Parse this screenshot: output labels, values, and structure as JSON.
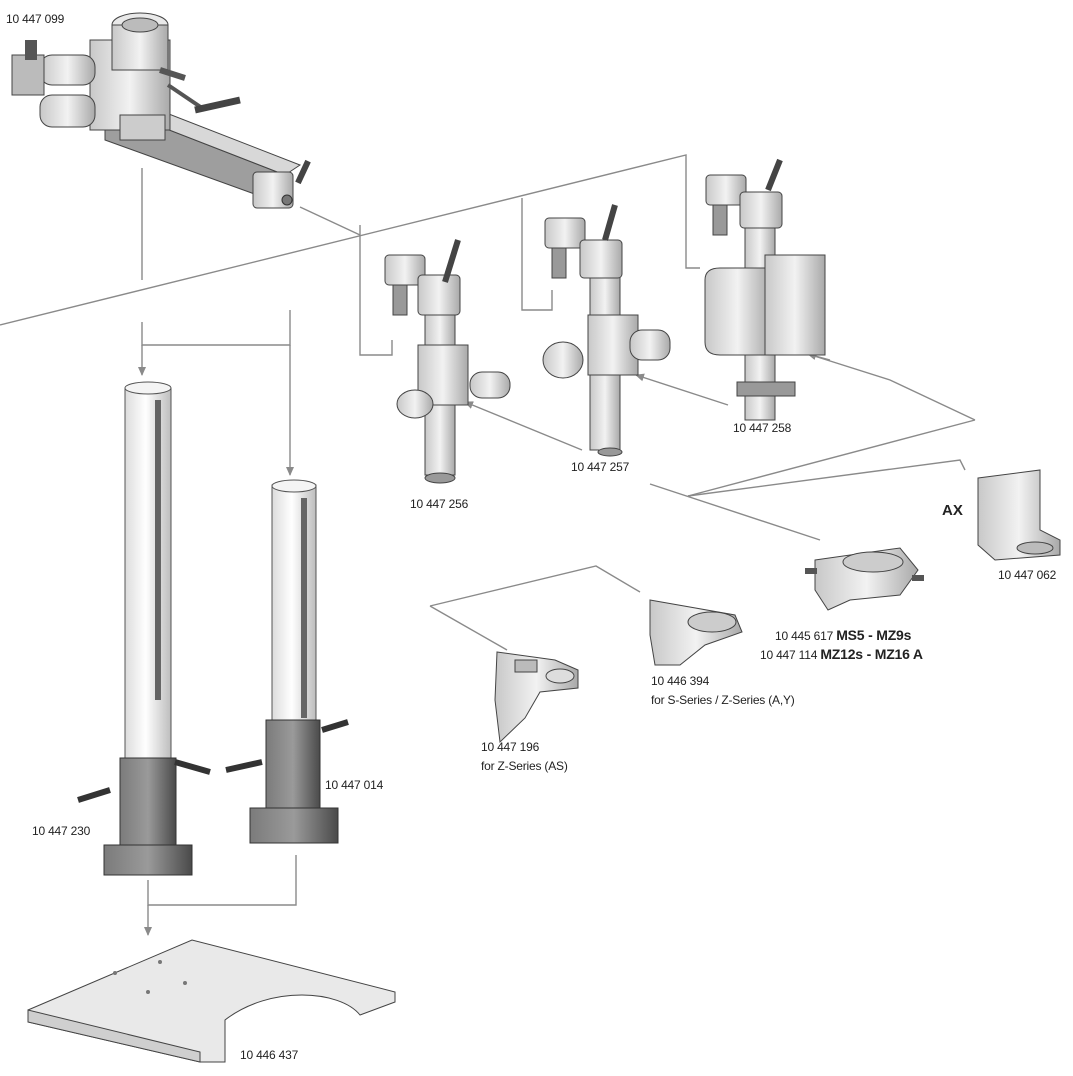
{
  "labels": {
    "arm": "10 447 099",
    "drive_256": "10 447 256",
    "drive_257": "10 447 257",
    "drive_258": "10 447 258",
    "ax_holder": "10 447 062",
    "ax_text": "AX",
    "holder_617_code": "10 445 617",
    "holder_617_model": "MS5 - MZ9s",
    "holder_114_code": "10 447 114",
    "holder_114_model": "MZ12s - MZ16 A",
    "holder_394": "10 446 394",
    "holder_394_note": "for S-Series / Z-Series (A,Y)",
    "holder_196": "10 447 196",
    "holder_196_note": "for Z-Series (AS)",
    "column_230": "10 447 230",
    "column_014": "10 447 014",
    "base_437": "10 446 437"
  },
  "colors": {
    "line": "#8a8a8a",
    "metal_light": "#e6e6e6",
    "metal_mid": "#b9b9b9",
    "metal_dark": "#555555",
    "column_dark": "#5e5e5e"
  }
}
